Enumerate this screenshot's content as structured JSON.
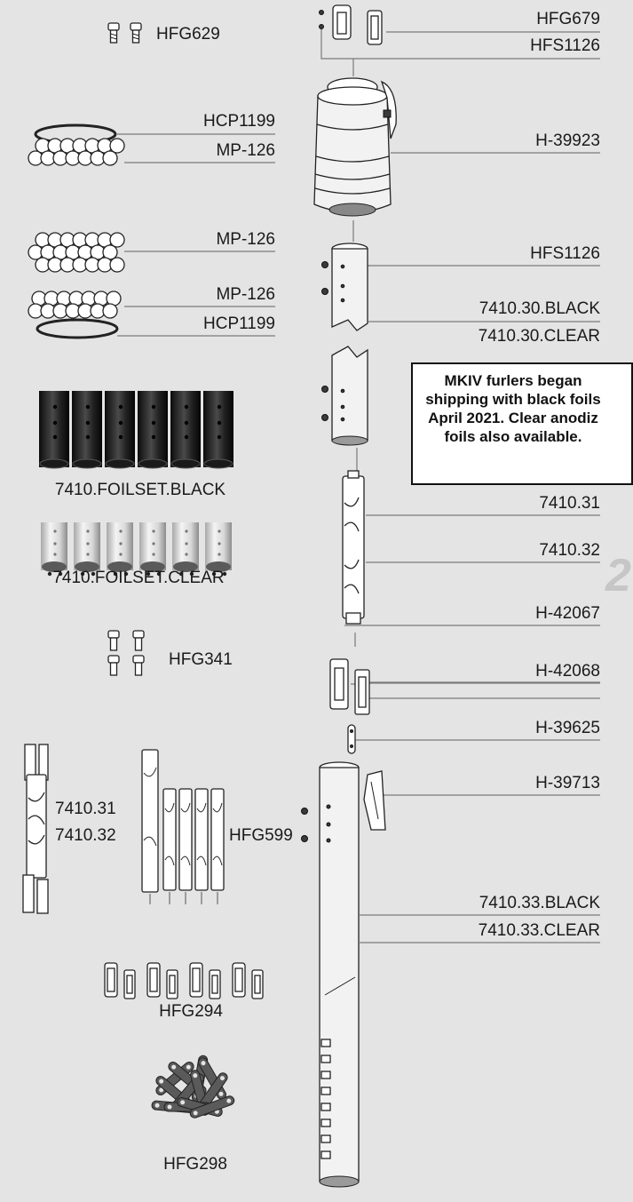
{
  "labels": {
    "hfg629": "HFG629",
    "hfg679": "HFG679",
    "hfs1126_top": "HFS1126",
    "hcp1199_top": "HCP1199",
    "mp126_a": "MP-126",
    "h39923": "H-39923",
    "mp126_b": "MP-126",
    "hfs1126_mid": "HFS1126",
    "mp126_c": "MP-126",
    "foil_30_black": "7410.30.BLACK",
    "hcp1199_bottom": "HCP1199",
    "foil_30_clear": "7410.30.CLEAR",
    "foilset_black": "7410.FOILSET.BLACK",
    "p741031": "7410.31",
    "p741032": "7410.32",
    "foilset_clear": "7410.FOILSET.CLEAR",
    "h42067": "H-42067",
    "hfg341": "HFG341",
    "h42068": "H-42068",
    "h39625": "H-39625",
    "h39713": "H-39713",
    "left_741031": "7410.31",
    "left_741032": "7410.32",
    "hfg599": "HFG599",
    "foil_33_black": "7410.33.BLACK",
    "foil_33_clear": "7410.33.CLEAR",
    "hfg294": "HFG294",
    "hfg298": "HFG298"
  },
  "note": {
    "text": "MKIV furlers began\nshipping with black foils\nApril 2021. Clear anodiz\nfoils also available."
  },
  "page_number": "2"
}
